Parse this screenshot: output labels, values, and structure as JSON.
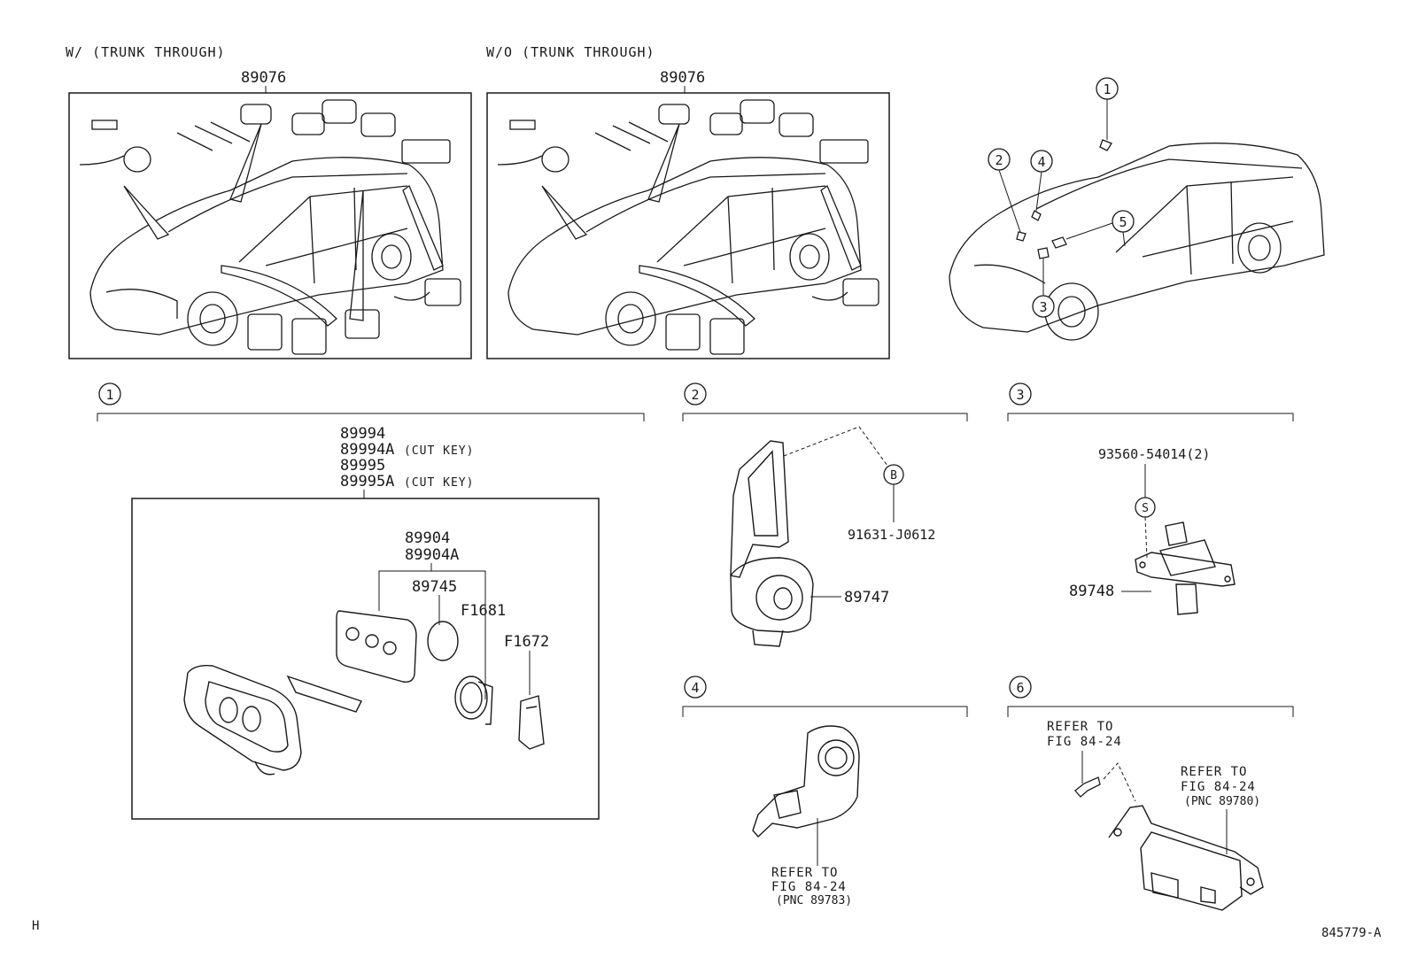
{
  "sections": {
    "w_trunk": {
      "title": "W/ (TRUNK THROUGH)",
      "part": "89076"
    },
    "wo_trunk": {
      "title": "W/O (TRUNK THROUGH)",
      "part": "89076"
    }
  },
  "overview_callouts": [
    "1",
    "2",
    "4",
    "5",
    "3"
  ],
  "section1": {
    "number": "1",
    "key_parts": [
      "89994",
      "89994A",
      "(CUT KEY)",
      "89995",
      "89995A",
      "(CUT KEY)"
    ],
    "parts": [
      "89904",
      "89904A",
      "89745",
      "F1681",
      "F1672"
    ]
  },
  "section2": {
    "number": "2",
    "marker": "B",
    "bolt": "91631-J0612",
    "part": "89747"
  },
  "section3": {
    "number": "3",
    "bolt": "93560-54014(2)",
    "marker": "S",
    "part": "89748"
  },
  "section4": {
    "number": "4",
    "refer": [
      "REFER TO",
      "FIG 84-24",
      "(PNC 89783)"
    ]
  },
  "section6": {
    "number": "6",
    "refer_bolt": [
      "REFER TO",
      "FIG 84-24"
    ],
    "refer_unit": [
      "REFER TO",
      "FIG 84-24",
      "(PNC 89780)"
    ]
  },
  "footer": {
    "left": "H",
    "right": "845779-A"
  }
}
